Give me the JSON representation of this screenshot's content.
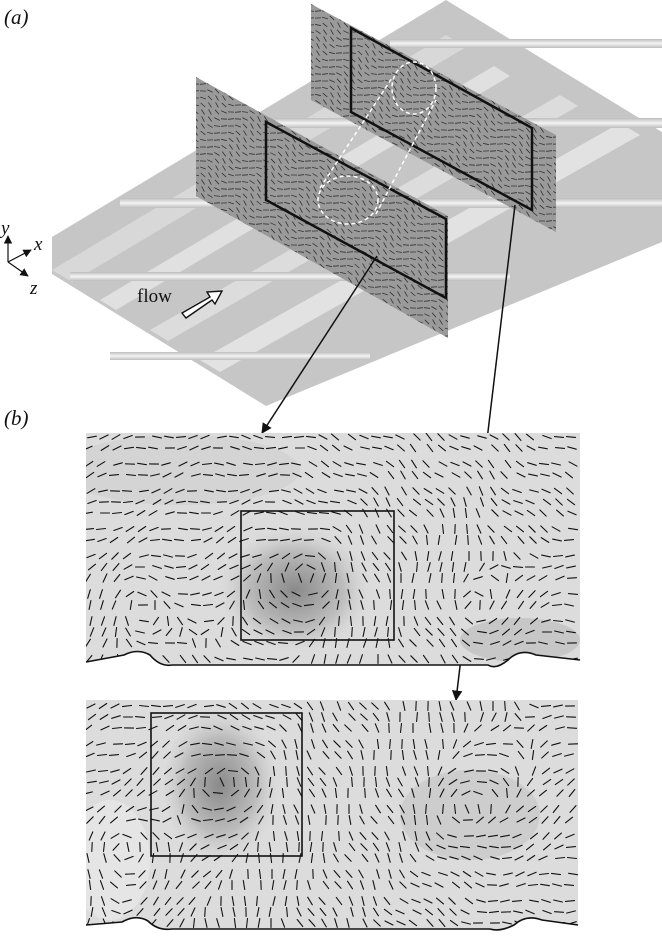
{
  "figure": {
    "panel_a_label": "(a)",
    "panel_b_label": "(b)",
    "axes": {
      "y": "y",
      "x": "x",
      "z": "z"
    },
    "flow_label": "flow"
  }
}
